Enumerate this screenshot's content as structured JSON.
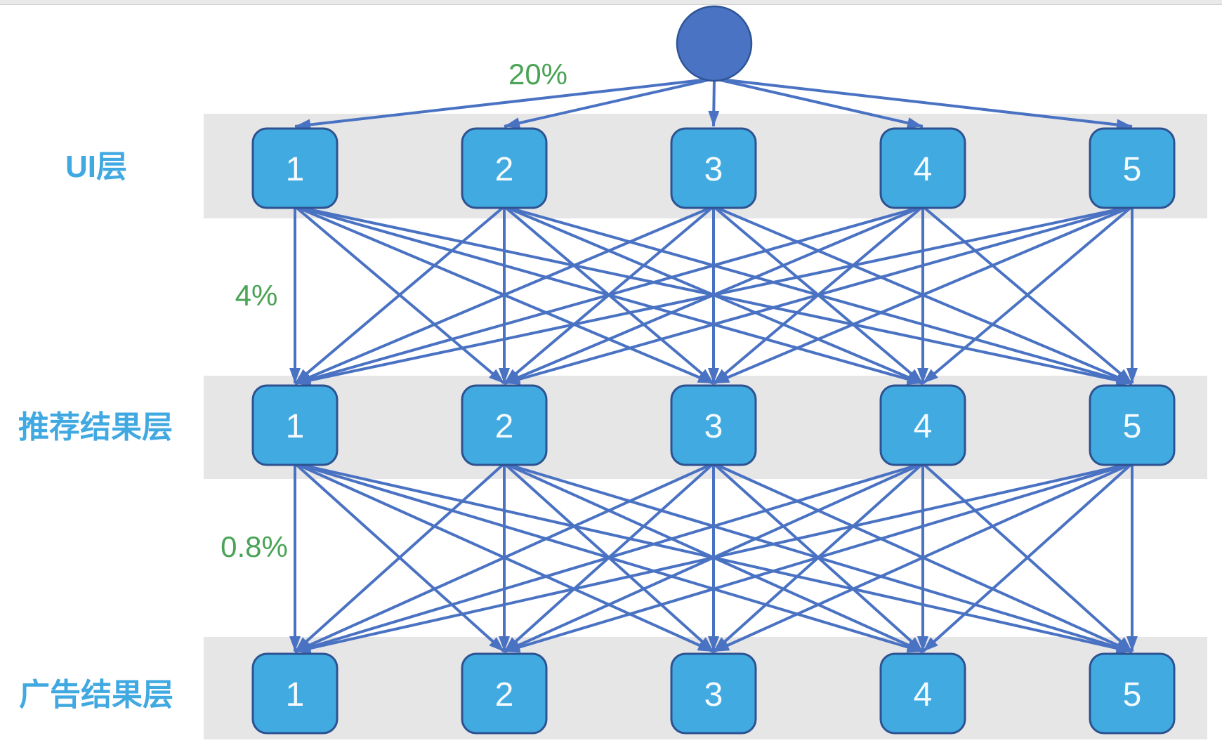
{
  "diagram": {
    "root": {
      "shape": "circle",
      "name": "traffic-root"
    },
    "layers": [
      {
        "id": "ui-layer",
        "label": "UI层",
        "nodes": [
          "1",
          "2",
          "3",
          "4",
          "5"
        ]
      },
      {
        "id": "recommend-layer",
        "label": "推荐结果层",
        "nodes": [
          "1",
          "2",
          "3",
          "4",
          "5"
        ]
      },
      {
        "id": "ad-layer",
        "label": "广告结果层",
        "nodes": [
          "1",
          "2",
          "3",
          "4",
          "5"
        ]
      }
    ],
    "conversion_rates": [
      {
        "value": "20%",
        "from": "root",
        "to": "UI层"
      },
      {
        "value": "4%",
        "from": "UI层",
        "to": "推荐结果层"
      },
      {
        "value": "0.8%",
        "from": "推荐结果层",
        "to": "广告结果层"
      }
    ],
    "colors": {
      "node_fill": "#41abe1",
      "node_border": "#2d5291",
      "node_text": "#f5fafd",
      "root_fill": "#4a73c3",
      "root_border": "#2f5597",
      "edge": "#4a72c3",
      "band": "#e7e6e6",
      "layer_label": "#41a9e1",
      "rate_green": "#4aa356",
      "top_strip": "#e9e9e9",
      "background": "#ffffff"
    }
  }
}
